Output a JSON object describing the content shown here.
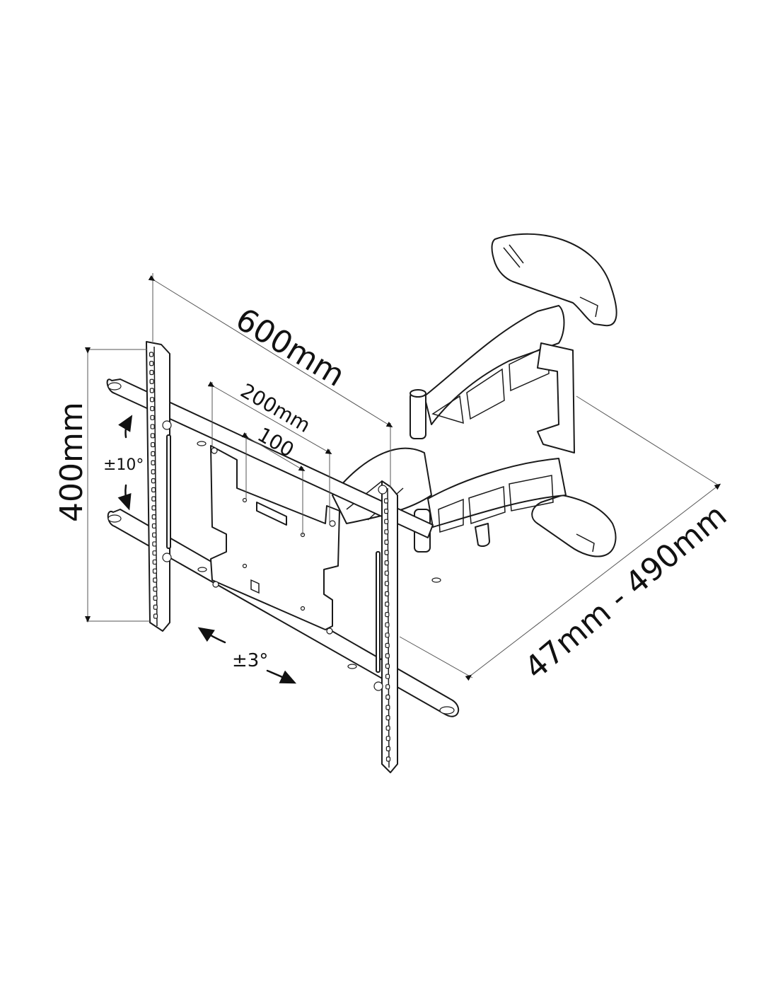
{
  "dimensions": {
    "width_outer": "600mm",
    "width_mid": "200mm",
    "width_inner": "100",
    "height": "400mm",
    "depth": "47mm - 490mm"
  },
  "adjustments": {
    "tilt": "±10°",
    "rotation": "±3°"
  },
  "colors": {
    "line": "#1a1a1a",
    "dimension_line": "#555555",
    "background": "#ffffff"
  }
}
